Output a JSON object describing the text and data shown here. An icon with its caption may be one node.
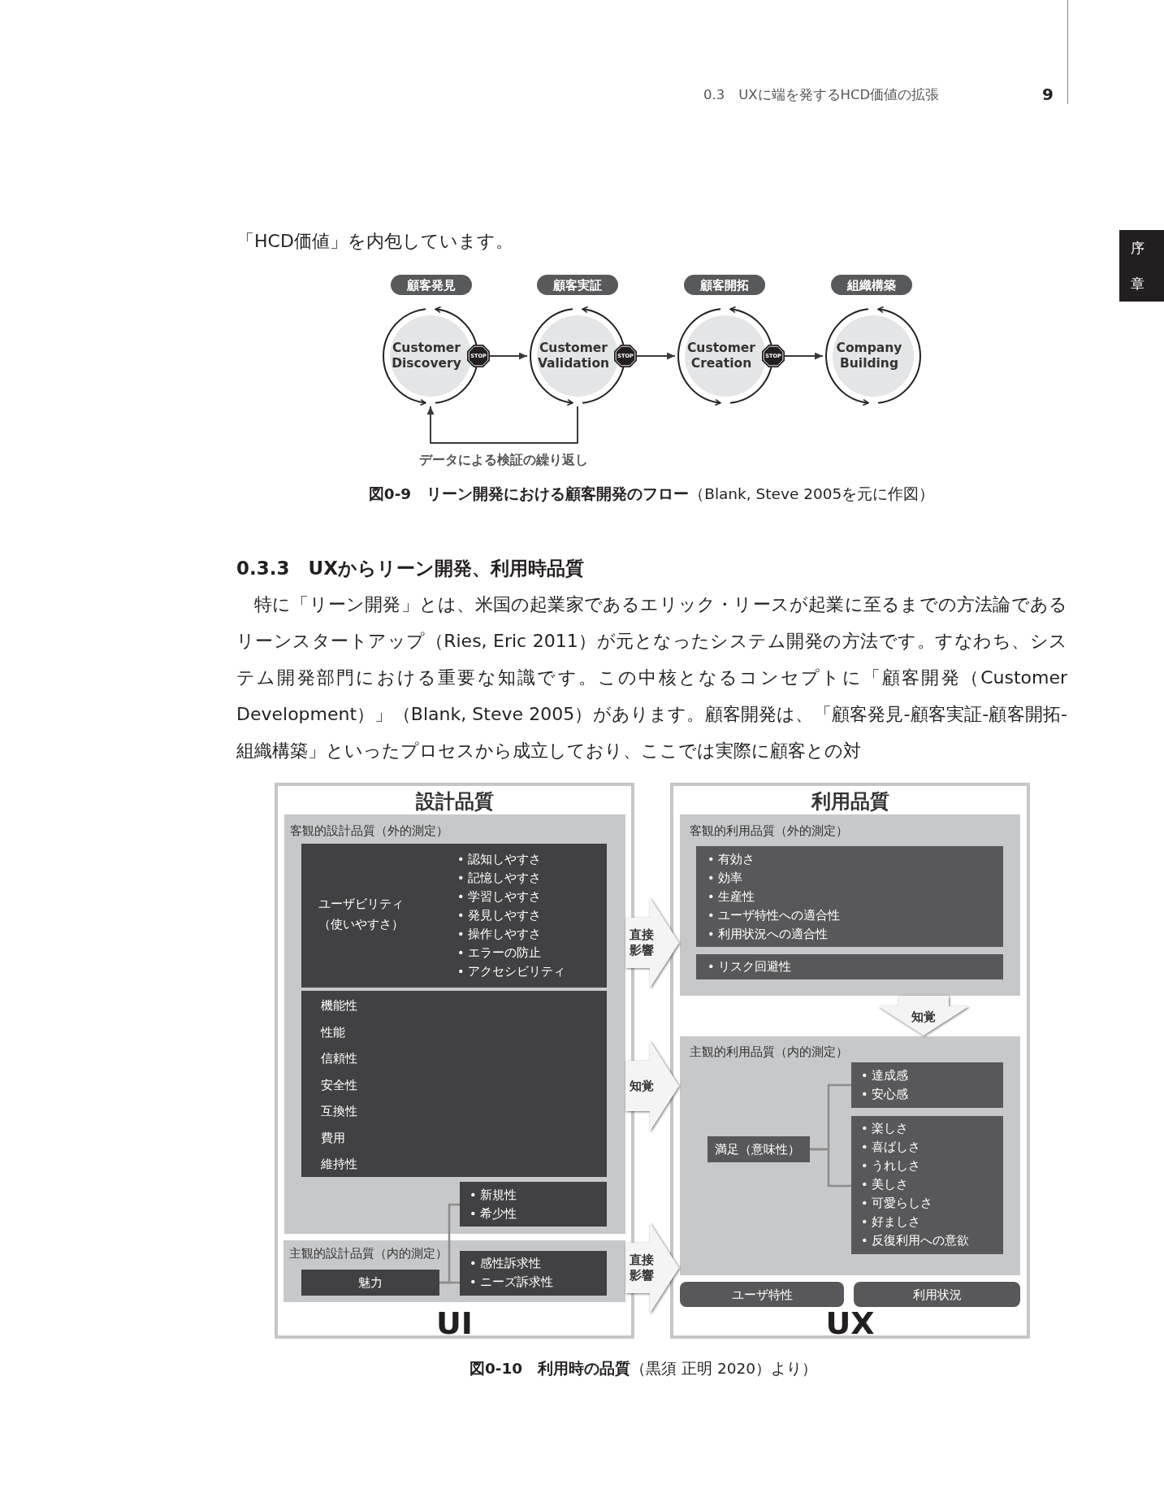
{
  "diagram": {
    "nodes": [
      {
        "text": [
          "序章"
        ]
      },
      {
        "text": [
          "顧客発見"
        ]
      },
      {
        "text": [
          "顧客実証"
        ]
      },
      {
        "text": [
          "顧客開拓"
        ]
      },
      {
        "text": [
          "組織構築"
        ]
      },
      {
        "text": [
          "Customer Discovery"
        ]
      },
      {
        "text": [
          "STOP"
        ]
      },
      {
        "text": [
          "Customer Validation"
        ]
      },
      {
        "text": [
          "STOP"
        ]
      },
      {
        "text": [
          "Customer Creation"
        ]
      },
      {
        "text": [
          "STOP"
        ]
      },
      {
        "text": [
          "Company Building"
        ]
      },
      {
        "text": [
          "設計品質",
          "UI"
        ]
      },
      {
        "text": [
          "客観的設計品質（外的測定）"
        ],
        "in": 12
      },
      {
        "text": [
          "ユーザビリティ（使いやすさ）",
          "• 認知しやすさ",
          "• 記憶しやすさ",
          "• 学習しやすさ",
          "• 発見しやすさ",
          "• 操作しやすさ",
          "• エラーの防止",
          "• アクセシビリティ"
        ],
        "in": 13
      },
      {
        "text": [
          "機能性",
          "性能",
          "信頼性",
          "安全性",
          "互換性",
          "費用",
          "維持性"
        ],
        "in": 13
      },
      {
        "text": [
          "• 新規性",
          "• 希少性"
        ],
        "in": 13
      },
      {
        "text": [
          "主観的設計品質（内的測定）"
        ],
        "in": 12
      },
      {
        "text": [
          "魅力"
        ],
        "in": 17
      },
      {
        "text": [
          "• 感性訴求性",
          "• ニーズ訴求性"
        ],
        "in": 17
      },
      {
        "text": [
          "利用品質",
          "UX"
        ]
      },
      {
        "text": [
          "客観的利用品質（外的測定）"
        ],
        "in": 20
      },
      {
        "text": [
          "• 有効さ",
          "• 効率",
          "• 生産性",
          "• ユーザ特性への適合性",
          "• 利用状況への適合性"
        ],
        "in": 21
      },
      {
        "text": [
          "• リスク回避性"
        ],
        "in": 21
      },
      {
        "text": [
          "主観的利用品質（内的測定）"
        ],
        "in": 20
      },
      {
        "text": [
          "満足（意味性）"
        ],
        "in": 24
      },
      {
        "text": [
          "• 達成感",
          "• 安心感"
        ],
        "in": 24
      },
      {
        "text": [
          "• 楽しさ",
          "• 喜ばしさ",
          "• うれしさ",
          "• 美しさ",
          "• 可愛らしさ",
          "• 好ましさ",
          "• 反復利用への意欲"
        ],
        "in": 24
      },
      {
        "text": [
          "ユーザ特性"
        ],
        "in": 20
      },
      {
        "text": [
          "利用状況"
        ],
        "in": 20
      }
    ],
    "edges": [
      {
        "from": 6,
        "to": 7,
        "arrow": "to"
      },
      {
        "from": 8,
        "to": 9,
        "arrow": "to"
      },
      {
        "from": 10,
        "to": 11,
        "arrow": "to"
      },
      {
        "from": 7,
        "to": 5,
        "arrow": "to",
        "label": "データによる検証の繰り返し"
      },
      {
        "from": 18,
        "to": 16,
        "arrow": "none",
        "color": "#8c8c8c"
      },
      {
        "from": 18,
        "to": 19,
        "arrow": "none",
        "color": "#8c8c8c"
      },
      {
        "from": 25,
        "to": 26,
        "arrow": "none",
        "color": "#8c8c8c"
      },
      {
        "from": 25,
        "to": 27,
        "arrow": "none",
        "color": "#8c8c8c"
      },
      {
        "from": 13,
        "to": 21,
        "arrow": "to",
        "label": "直接影響",
        "style": "thick",
        "color": "#f4f4f4"
      },
      {
        "from": 13,
        "to": 24,
        "arrow": "to",
        "label": "知覚",
        "style": "thick",
        "color": "#f4f4f4"
      },
      {
        "from": 17,
        "to": 24,
        "arrow": "to",
        "label": "直接影響",
        "style": "thick",
        "color": "#f4f4f4"
      },
      {
        "from": 21,
        "to": 24,
        "arrow": "to",
        "label": "知覚",
        "style": "thick",
        "color": "#f4f4f4"
      }
    ],
    "labels": [
      "0.3　UXに端を発するHCD価値の拡張",
      "9",
      "「HCD価値」を内包しています。",
      "**図0-9　リーン開発における顧客開発のフロー**（Blank, Steve 2005を元に作図）",
      "0.3.3　UXからリーン開発、利用時品質",
      "特に「リーン開発」とは、米国の起業家であるエリック・リースが起業に至るまでの方法論であるリーンスタートアップ（Ries, Eric 2011）が元となったシステム開発の方法です。すなわち、システム開発部門における重要な知識です。この中核となるコンセプトに「顧客開発（Customer Development）」（Blank, Steve 2005）があります。顧客開発は、「顧客発見-顧客実証-顧客開拓-組織構築」といったプロセスから成立しており、ここでは実際に顧客との対",
      "**図0-10　利用時の品質**（黒須 正明 2020）より）"
    ]
  }
}
